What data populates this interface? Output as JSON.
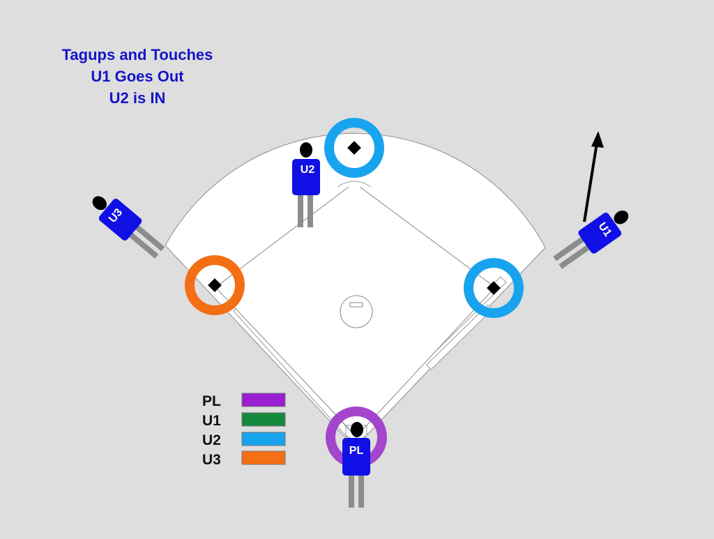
{
  "title": {
    "line1": "Tagups and Touches",
    "line2": "U1 Goes Out",
    "line3": "U2 is IN"
  },
  "umpires": {
    "u1": "U1",
    "u2": "U2",
    "u3": "U3",
    "pl": "PL"
  },
  "legend": [
    {
      "label": "PL",
      "color": "#9a1fd0"
    },
    {
      "label": "U1",
      "color": "#138a3c"
    },
    {
      "label": "U2",
      "color": "#18a3ee"
    },
    {
      "label": "U3",
      "color": "#f46e14"
    }
  ],
  "colors": {
    "background": "#dedede",
    "field": "#ffffff",
    "umpire_shirt": "#1010e6",
    "umpire_label": "#ffffff",
    "umpire_legs": "#8c8c8c",
    "circle_u2": "#18a3ee",
    "circle_u3": "#f46e14",
    "circle_pl": "#a346cc",
    "arrow": "#000000",
    "title": "#1414c8"
  }
}
